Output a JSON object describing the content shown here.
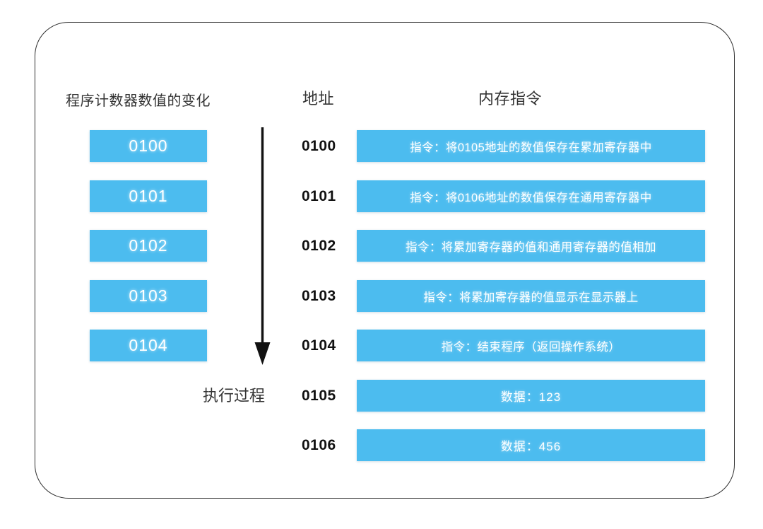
{
  "diagram": {
    "headings": {
      "program_counter": "程序计数器数值的变化",
      "address": "地址",
      "memory_instruction": "内存指令"
    },
    "execution_flow": {
      "label": "执行过程",
      "arrow": "down-arrow"
    },
    "program_counter_values": [
      "0100",
      "0101",
      "0102",
      "0103",
      "0104"
    ],
    "memory_rows": [
      {
        "address": "0100",
        "content": "指令：将0105地址的数值保存在累加寄存器中",
        "kind": "instruction"
      },
      {
        "address": "0101",
        "content": "指令：将0106地址的数值保存在通用寄存器中",
        "kind": "instruction"
      },
      {
        "address": "0102",
        "content": "指令：将累加寄存器的值和通用寄存器的值相加",
        "kind": "instruction"
      },
      {
        "address": "0103",
        "content": "指令：将累加寄存器的值显示在显示器上",
        "kind": "instruction"
      },
      {
        "address": "0104",
        "content": "指令：结束程序（返回操作系统）",
        "kind": "instruction"
      },
      {
        "address": "0105",
        "content": "数据：123",
        "kind": "data"
      },
      {
        "address": "0106",
        "content": "数据：456",
        "kind": "data"
      }
    ],
    "colors": {
      "bar_blue": "#4cbcef",
      "bar_text": "#ffffff",
      "heading_text": "#333333",
      "address_text": "#111111",
      "card_border": "#2e2e2e",
      "background": "#ffffff"
    }
  }
}
